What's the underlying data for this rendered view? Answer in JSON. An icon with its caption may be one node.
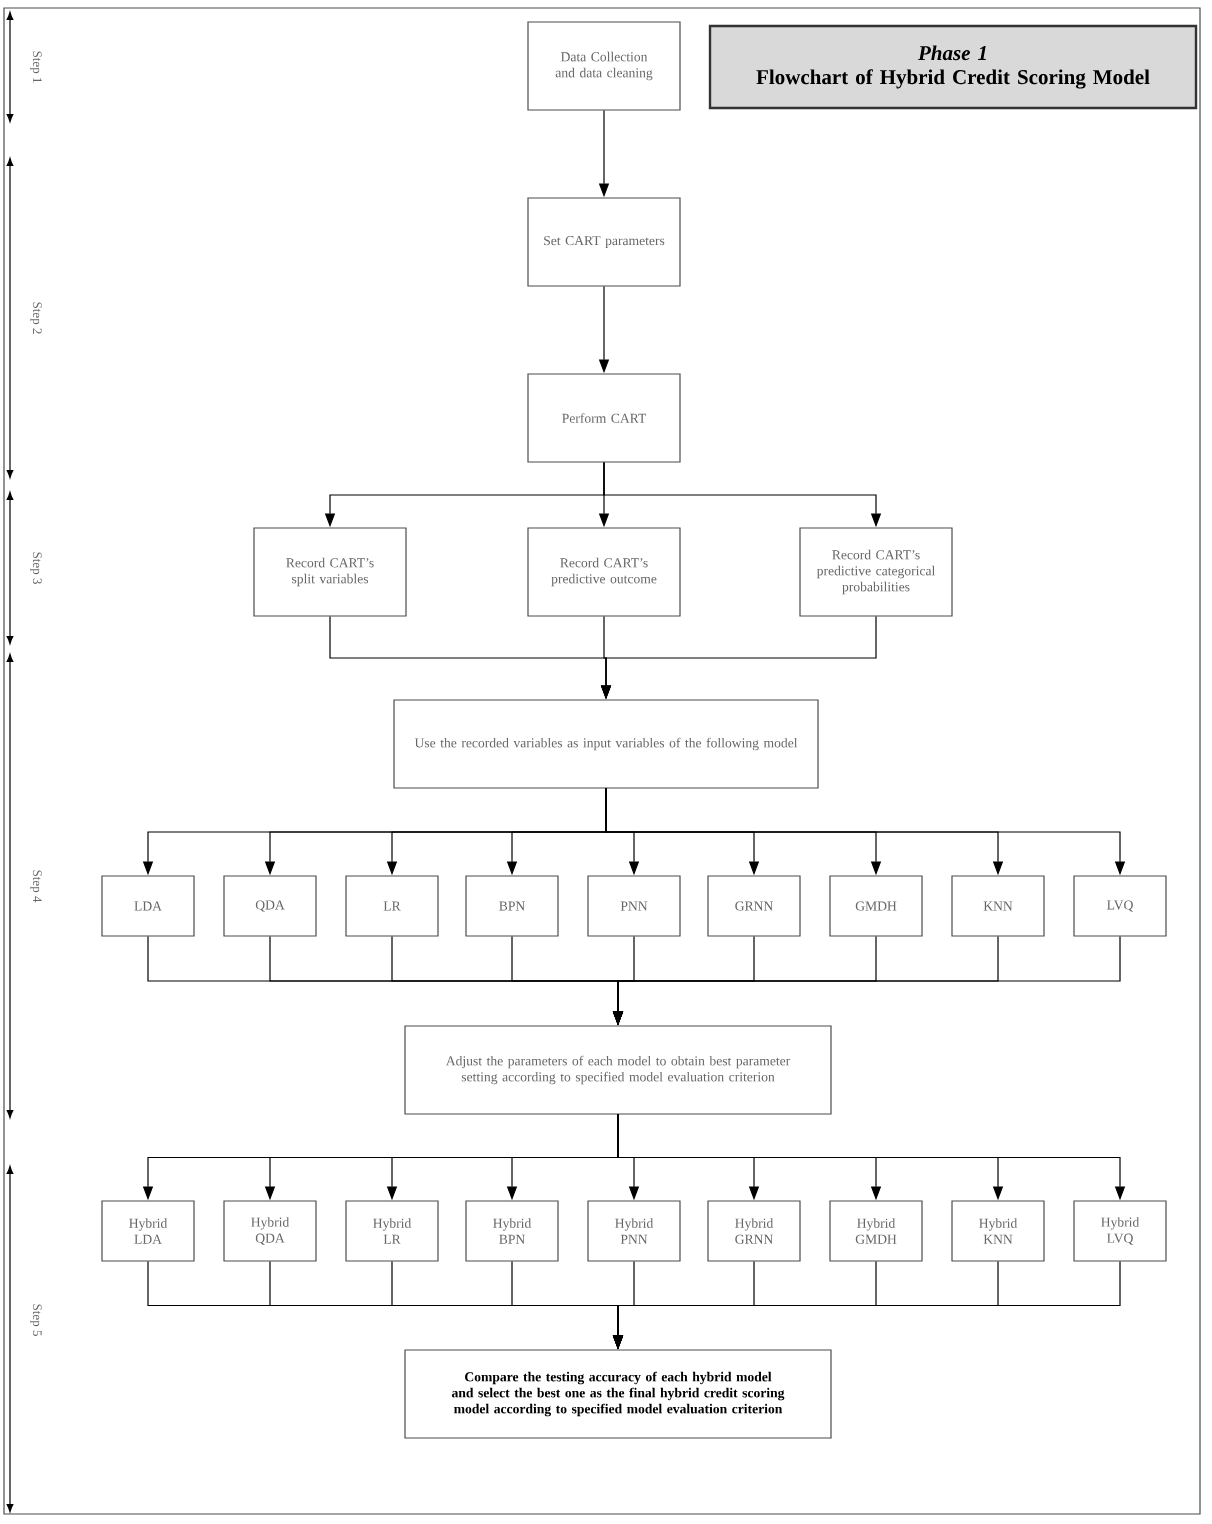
{
  "diagram": {
    "nodes": [
      {
        "text": [
          "Phase 1",
          "Flowchart of Hybrid Credit Scoring Model"
        ]
      },
      {
        "text": [
          "Data Collection and data cleaning"
        ]
      },
      {
        "text": [
          "Set CART parameters"
        ]
      },
      {
        "text": [
          "Perform CART"
        ]
      },
      {
        "text": [
          "Record CART’s split variables"
        ]
      },
      {
        "text": [
          "Record CART’s predictive outcome"
        ]
      },
      {
        "text": [
          "Record CART’s predictive categorical probabilities"
        ]
      },
      {
        "text": [
          "Use the recorded variables as input variables of the following model"
        ]
      },
      {
        "text": [
          "LDA"
        ]
      },
      {
        "text": [
          "QDA"
        ]
      },
      {
        "text": [
          "LR"
        ]
      },
      {
        "text": [
          "BPN"
        ]
      },
      {
        "text": [
          "PNN"
        ]
      },
      {
        "text": [
          "GRNN"
        ]
      },
      {
        "text": [
          "GMDH"
        ]
      },
      {
        "text": [
          "KNN"
        ]
      },
      {
        "text": [
          "LVQ"
        ]
      },
      {
        "text": [
          "Adjust the parameters of each model to obtain best parameter setting according to specified model evaluation criterion"
        ]
      },
      {
        "text": [
          "Hybrid LDA"
        ]
      },
      {
        "text": [
          "Hybrid QDA"
        ]
      },
      {
        "text": [
          "Hybrid LR"
        ]
      },
      {
        "text": [
          "Hybrid BPN"
        ]
      },
      {
        "text": [
          "Hybrid PNN"
        ]
      },
      {
        "text": [
          "Hybrid GRNN"
        ]
      },
      {
        "text": [
          "Hybrid GMDH"
        ]
      },
      {
        "text": [
          "Hybrid KNN"
        ]
      },
      {
        "text": [
          "Hybrid LVQ"
        ]
      },
      {
        "text": [
          "Compare the testing accuracy of each hybrid model and select the best one as the final hybrid credit scoring model according to specified model evaluation criterion"
        ]
      }
    ],
    "edges": [
      {
        "from": 1,
        "to": 2,
        "arrow": "to"
      },
      {
        "from": 2,
        "to": 3,
        "arrow": "to"
      },
      {
        "from": 3,
        "to": 4,
        "arrow": "to"
      },
      {
        "from": 3,
        "to": 5,
        "arrow": "to"
      },
      {
        "from": 3,
        "to": 6,
        "arrow": "to"
      },
      {
        "from": 4,
        "to": 7,
        "arrow": "to"
      },
      {
        "from": 5,
        "to": 7,
        "arrow": "to"
      },
      {
        "from": 6,
        "to": 7,
        "arrow": "to"
      },
      {
        "from": 7,
        "to": 8,
        "arrow": "to"
      },
      {
        "from": 7,
        "to": 9,
        "arrow": "to"
      },
      {
        "from": 7,
        "to": 10,
        "arrow": "to"
      },
      {
        "from": 7,
        "to": 11,
        "arrow": "to"
      },
      {
        "from": 7,
        "to": 12,
        "arrow": "to"
      },
      {
        "from": 7,
        "to": 13,
        "arrow": "to"
      },
      {
        "from": 7,
        "to": 14,
        "arrow": "to"
      },
      {
        "from": 7,
        "to": 15,
        "arrow": "to"
      },
      {
        "from": 7,
        "to": 16,
        "arrow": "to"
      },
      {
        "from": 8,
        "to": 17,
        "arrow": "to"
      },
      {
        "from": 9,
        "to": 17,
        "arrow": "to"
      },
      {
        "from": 10,
        "to": 17,
        "arrow": "to"
      },
      {
        "from": 11,
        "to": 17,
        "arrow": "to"
      },
      {
        "from": 12,
        "to": 17,
        "arrow": "to"
      },
      {
        "from": 13,
        "to": 17,
        "arrow": "to"
      },
      {
        "from": 14,
        "to": 17,
        "arrow": "to"
      },
      {
        "from": 15,
        "to": 17,
        "arrow": "to"
      },
      {
        "from": 16,
        "to": 17,
        "arrow": "to"
      },
      {
        "from": 17,
        "to": 18,
        "arrow": "to"
      },
      {
        "from": 17,
        "to": 19,
        "arrow": "to"
      },
      {
        "from": 17,
        "to": 20,
        "arrow": "to"
      },
      {
        "from": 17,
        "to": 21,
        "arrow": "to"
      },
      {
        "from": 17,
        "to": 22,
        "arrow": "to"
      },
      {
        "from": 17,
        "to": 23,
        "arrow": "to"
      },
      {
        "from": 17,
        "to": 24,
        "arrow": "to"
      },
      {
        "from": 17,
        "to": 25,
        "arrow": "to"
      },
      {
        "from": 17,
        "to": 26,
        "arrow": "to"
      },
      {
        "from": 18,
        "to": 27,
        "arrow": "to"
      },
      {
        "from": 19,
        "to": 27,
        "arrow": "to"
      },
      {
        "from": 20,
        "to": 27,
        "arrow": "to"
      },
      {
        "from": 21,
        "to": 27,
        "arrow": "to"
      },
      {
        "from": 22,
        "to": 27,
        "arrow": "to"
      },
      {
        "from": 23,
        "to": 27,
        "arrow": "to"
      },
      {
        "from": 24,
        "to": 27,
        "arrow": "to"
      },
      {
        "from": 25,
        "to": 27,
        "arrow": "to"
      },
      {
        "from": 26,
        "to": 27,
        "arrow": "to"
      }
    ],
    "labels": [
      "Step 1",
      "Step 2",
      "Step 3",
      "Step 4",
      "Step 5"
    ]
  }
}
